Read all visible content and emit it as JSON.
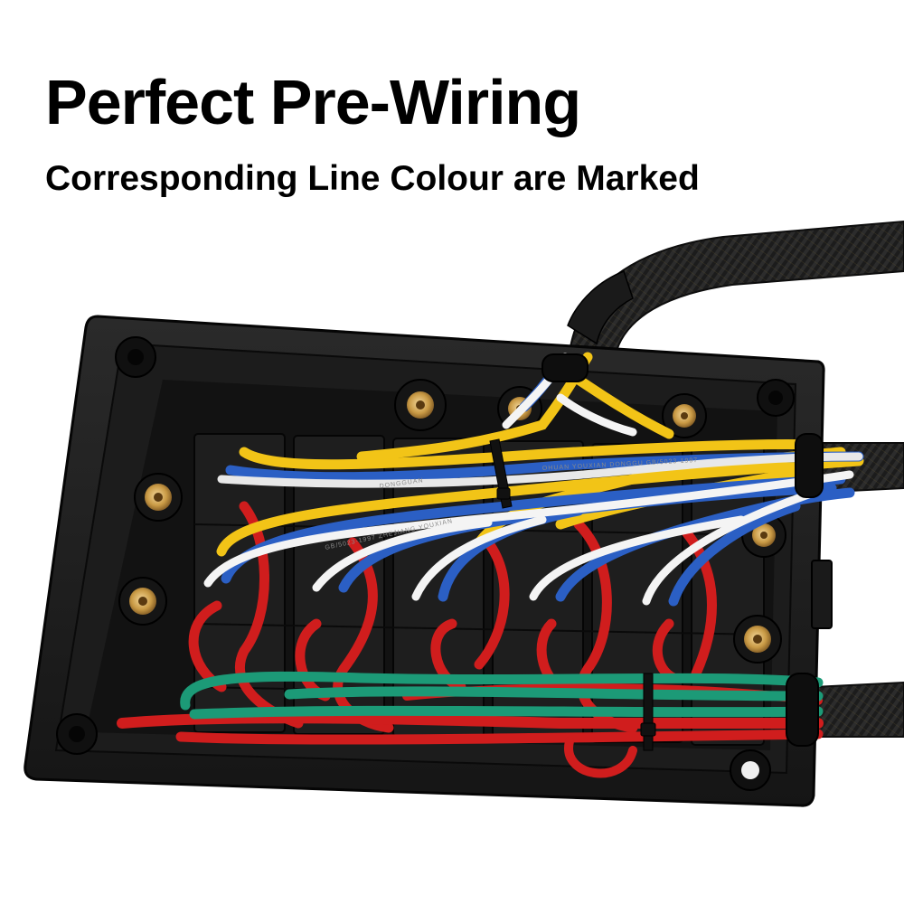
{
  "headline": "Perfect Pre-Wiring",
  "subheadline": "Corresponding Line Colour are Marked",
  "wire_print": {
    "line1": "OHUAN  YOUXIAN  DONGGU   GB/5023-1997",
    "line2": "GB/5023-1997  ZHEJIANG  YOUXIAN",
    "line3": "DONGGUAN"
  },
  "wire_colors": {
    "yellow": "#f2c417",
    "blue": "#2b5fc4",
    "white": "#f4f4f4",
    "red": "#d01d1d",
    "green": "#1c9a77"
  }
}
